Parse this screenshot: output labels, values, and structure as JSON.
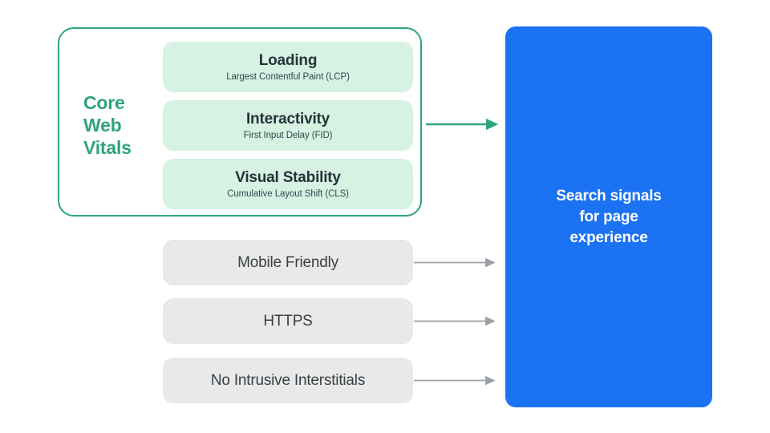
{
  "diagram": {
    "title": "Search signals for page experience",
    "colors": {
      "green_accent": "#2FA37E",
      "green_card_bg": "#D5F2E3",
      "gray_card_bg": "#E8E9EA",
      "blue_box": "#1B72F2",
      "dark_text": "#3C4043",
      "arrow_gray": "#9AA0A6"
    }
  },
  "core_web_vitals": {
    "group_label_lines": [
      "Core",
      "Web",
      "Vitals"
    ],
    "metrics": [
      {
        "title": "Loading",
        "subtitle": "Largest Contentful Paint (LCP)"
      },
      {
        "title": "Interactivity",
        "subtitle": "First Input Delay (FID)"
      },
      {
        "title": "Visual Stability",
        "subtitle": "Cumulative Layout Shift (CLS)"
      }
    ]
  },
  "other_signals": [
    {
      "label": "Mobile Friendly"
    },
    {
      "label": "HTTPS"
    },
    {
      "label": "No Intrusive Interstitials"
    }
  ],
  "result": {
    "lines": [
      "Search signals",
      "for page",
      "experience"
    ]
  }
}
